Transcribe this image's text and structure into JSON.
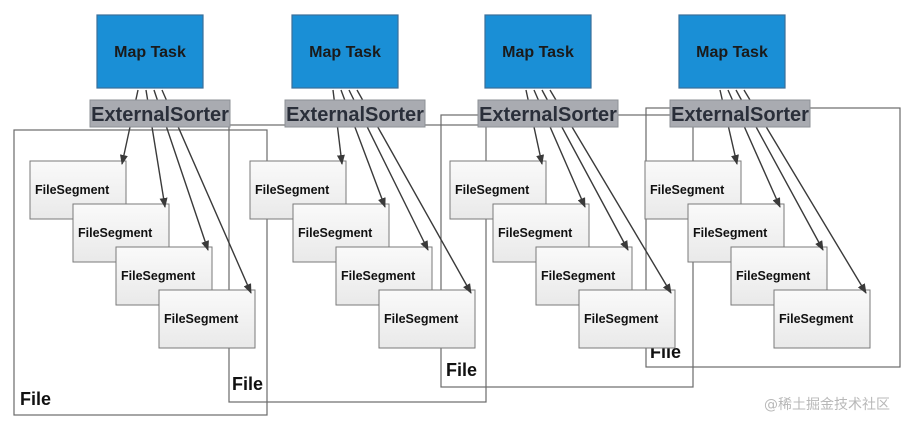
{
  "diagram": {
    "tasks": [
      {
        "task_label": "Map Task",
        "sorter_label": "ExternalSorter",
        "file_label": "File",
        "segments": [
          "FileSegment",
          "FileSegment",
          "FileSegment",
          "FileSegment"
        ]
      },
      {
        "task_label": "Map Task",
        "sorter_label": "ExternalSorter",
        "file_label": "File",
        "segments": [
          "FileSegment",
          "FileSegment",
          "FileSegment",
          "FileSegment"
        ]
      },
      {
        "task_label": "Map Task",
        "sorter_label": "ExternalSorter",
        "file_label": "File",
        "segments": [
          "FileSegment",
          "FileSegment",
          "FileSegment",
          "FileSegment"
        ]
      },
      {
        "task_label": "Map Task",
        "sorter_label": "ExternalSorter",
        "file_label": "File",
        "segments": [
          "FileSegment",
          "FileSegment",
          "FileSegment",
          "FileSegment"
        ]
      }
    ],
    "watermark": "@稀土掘金技术社区",
    "colors": {
      "task_fill": "#1a8fd6",
      "task_stroke": "#3a6f9a",
      "sorter_fill": "#a9abb1",
      "segment_fill": "#f4f4f4",
      "segment_stroke": "#7a7a7a",
      "file_stroke": "#6a6a6a",
      "arrow": "#3a3a3a"
    }
  }
}
